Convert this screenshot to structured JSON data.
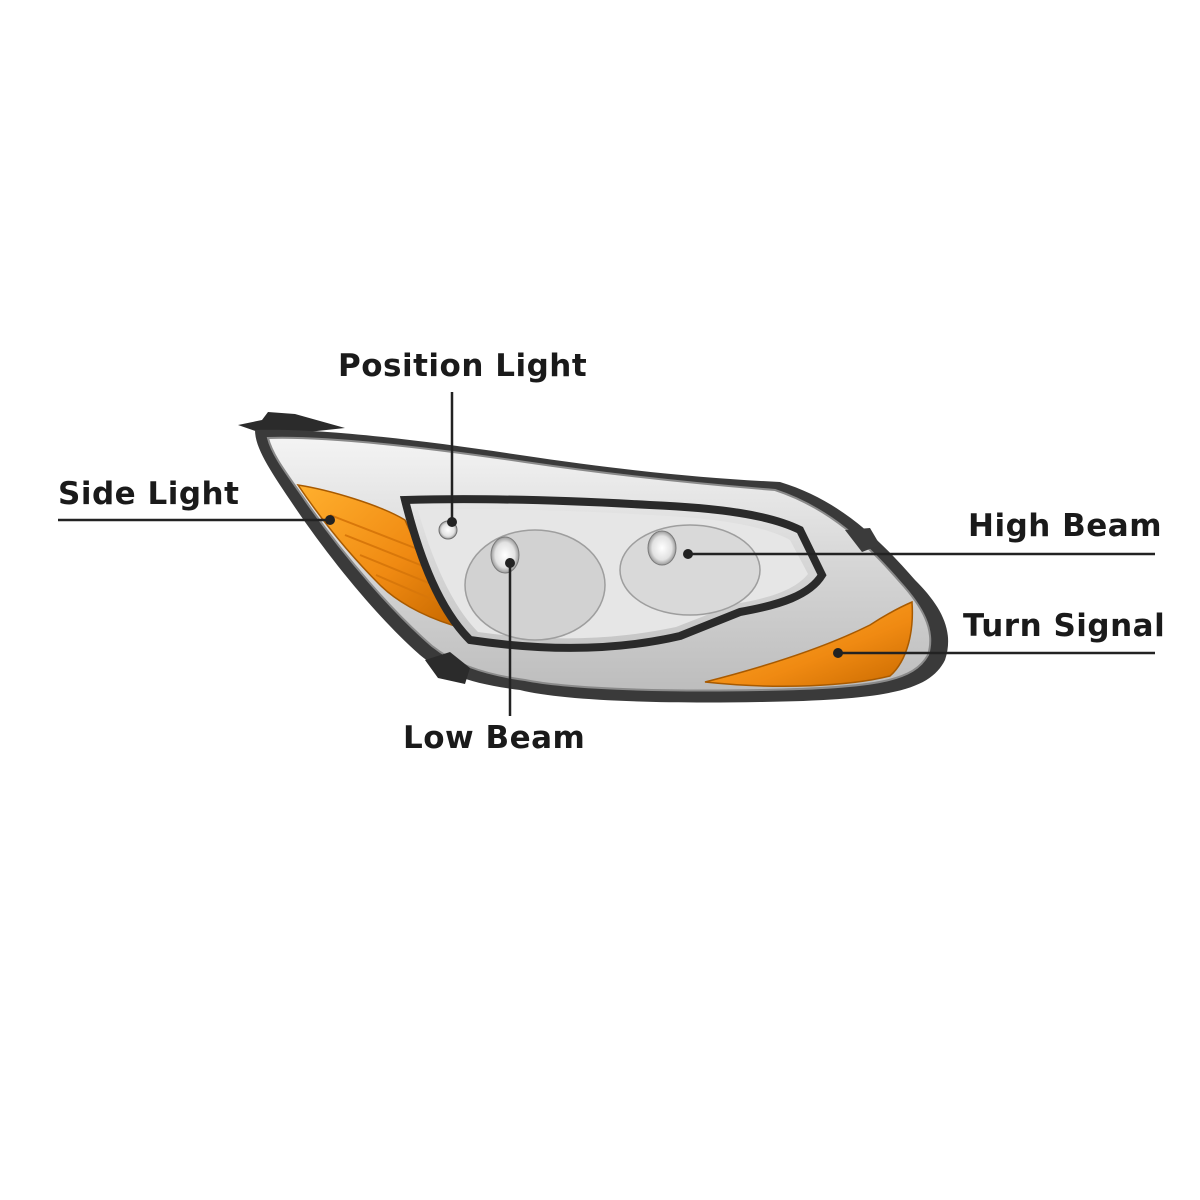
{
  "labels": {
    "position_light": "Position Light",
    "side_light": "Side Light",
    "high_beam": "High Beam",
    "turn_signal": "Turn Signal",
    "low_beam": "Low Beam"
  },
  "colors": {
    "amber": "#f08a12",
    "chrome": "#d9d9d9",
    "housing": "#2a2a2a",
    "leader_line": "#222222"
  }
}
